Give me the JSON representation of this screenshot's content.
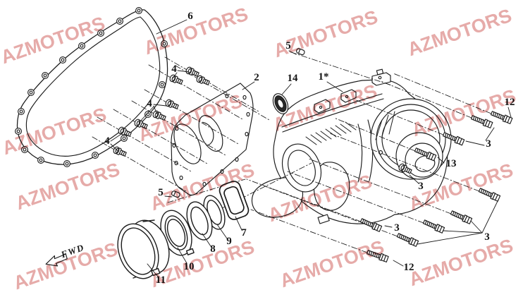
{
  "diagram": {
    "brand_watermark": "AZMOTORS",
    "direction_label": "FWD",
    "callouts": [
      {
        "part": "gasket",
        "label": "6"
      },
      {
        "part": "cover-plate",
        "label": "2"
      },
      {
        "part": "crankcase-cover",
        "label": "1*"
      },
      {
        "part": "oil-seal",
        "label": "14"
      },
      {
        "part": "dowel-pin-top",
        "label": "5"
      },
      {
        "part": "screw-group-top",
        "label": "4"
      },
      {
        "part": "screw-group-middle",
        "label": "4"
      },
      {
        "part": "screw-group-lower",
        "label": "4"
      },
      {
        "part": "dowel-pin-bottom",
        "label": "5"
      },
      {
        "part": "intake-duct",
        "label": "7"
      },
      {
        "part": "ring-8",
        "label": "8"
      },
      {
        "part": "ring-9",
        "label": "9"
      },
      {
        "part": "boot-10",
        "label": "10"
      },
      {
        "part": "cap-11",
        "label": "11"
      },
      {
        "part": "bolt-top-right",
        "label": "12"
      },
      {
        "part": "bolts-upper-right",
        "label": "3"
      },
      {
        "part": "bolt-13",
        "label": "13"
      },
      {
        "part": "bolt-cover-edge",
        "label": "3"
      },
      {
        "part": "bolt-mid-left",
        "label": "3"
      },
      {
        "part": "bolts-lower-right",
        "label": "3"
      },
      {
        "part": "bolt-bottom",
        "label": "12"
      }
    ]
  }
}
